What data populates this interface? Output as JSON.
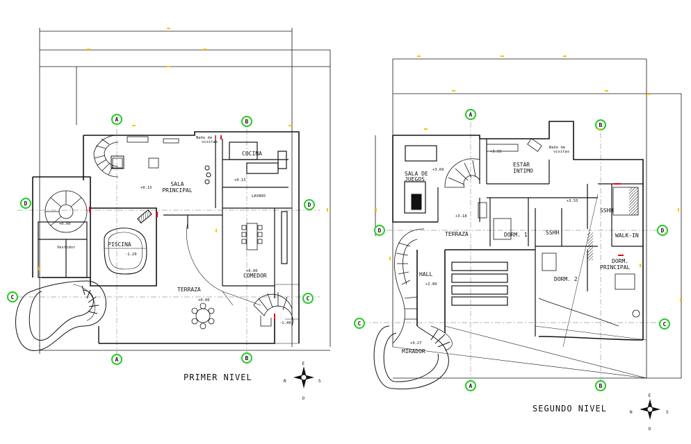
{
  "colors": {
    "line": "#111111",
    "axis_marker": "#22c922",
    "axis_dash": "#9a9a9a",
    "dimension_tick": "#f0c800",
    "accent": "#e0001b",
    "background": "#ffffff"
  },
  "plans": [
    {
      "title": "PRIMER NIVEL",
      "axes": [
        "A",
        "B",
        "C",
        "D"
      ],
      "rooms": [
        {
          "id": "sala",
          "label": "SALA\nPRINCIPAL"
        },
        {
          "id": "cocina",
          "label": "COCINA"
        },
        {
          "id": "bano_visitas",
          "label": "Baño de\nvisitas"
        },
        {
          "id": "lavado",
          "label": "LAVADO"
        },
        {
          "id": "piscina",
          "label": "PISCINA"
        },
        {
          "id": "vestidor",
          "label": "Vestidor"
        },
        {
          "id": "comedor",
          "label": "COMEDOR"
        },
        {
          "id": "terraza",
          "label": "TERRAZA"
        }
      ],
      "levels": [
        "+0.15",
        "+0.15",
        "-1.20",
        "+0.00",
        "+0.00",
        "+0.00",
        "-1.40"
      ]
    },
    {
      "title": "SEGUNDO NIVEL",
      "axes": [
        "A",
        "B",
        "C",
        "D"
      ],
      "rooms": [
        {
          "id": "sala_juegos",
          "label": "SALA DE\nJUEGOS"
        },
        {
          "id": "estar_intimo",
          "label": "ESTAR\nINTIMO"
        },
        {
          "id": "bano_visitas",
          "label": "Baño de\nvisitas"
        },
        {
          "id": "terraza",
          "label": "TERRAZA"
        },
        {
          "id": "dorm1",
          "label": "DORM. 1"
        },
        {
          "id": "sshh1",
          "label": "SSHH"
        },
        {
          "id": "sshh2",
          "label": "SSHH"
        },
        {
          "id": "walkin",
          "label": "WALK-IN"
        },
        {
          "id": "dorm2",
          "label": "DORM. 2"
        },
        {
          "id": "dorm_principal",
          "label": "DORM.\nPRINCIPAL"
        },
        {
          "id": "hall",
          "label": "HALL"
        },
        {
          "id": "mirador",
          "label": "MIRADOR"
        }
      ],
      "levels": [
        "+3.60",
        "+3.55",
        "+3.18",
        "+3.55",
        "+2.80",
        "+4.27"
      ]
    }
  ],
  "north_symbol": {
    "n": "N",
    "s": "S",
    "e": "E",
    "o": "O"
  }
}
